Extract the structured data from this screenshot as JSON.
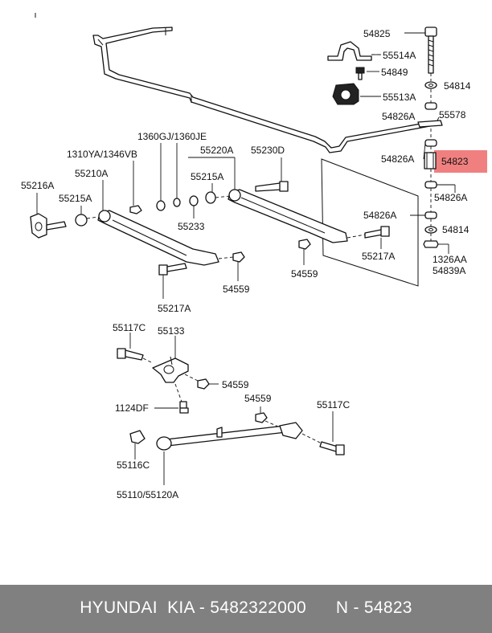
{
  "labels": {
    "l_54825": "54825",
    "l_55514A": "55514A",
    "l_54849": "54849",
    "l_54814_top": "54814",
    "l_55513A": "55513A",
    "l_54826A_1": "54826A",
    "l_55578": "55578",
    "l_54826A_2": "54826A",
    "l_54823": "54823",
    "l_54826A_3": "54826A",
    "l_54826A_4": "54826A",
    "l_54814_bot": "54814",
    "l_1326AA": "1326AA",
    "l_54839A": "54839A",
    "l_1360GJ": "1360GJ/1360JE",
    "l_1310YA": "1310YA/1346VB",
    "l_55220A": "55220A",
    "l_55230D": "55230D",
    "l_55210A": "55210A",
    "l_55216A": "55216A",
    "l_55215A_left": "55215A",
    "l_55215A_mid": "55215A",
    "l_55233": "55233",
    "l_54559_a": "54559",
    "l_55217A_left": "55217A",
    "l_55217A_right": "55217A",
    "l_54559_b": "54559",
    "l_55117C_top": "55117C",
    "l_55133": "55133",
    "l_54559_c": "54559",
    "l_1124DF": "1124DF",
    "l_54559_d": "54559",
    "l_55117C_bot": "55117C",
    "l_55116C": "55116C",
    "l_55110": "55110/55120A"
  },
  "highlight": {
    "color": "#f08080"
  },
  "footer": {
    "text": "HYUNDAI  KIA - 5482322000      N - 54823",
    "bg_color": "#808080",
    "text_color": "#ffffff"
  }
}
